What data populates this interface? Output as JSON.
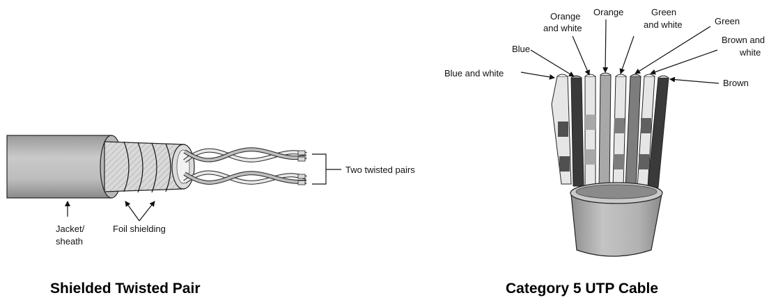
{
  "stp": {
    "label_pairs": "Two twisted pairs",
    "label_jacket_1": "Jacket/",
    "label_jacket_2": "sheath",
    "label_foil": "Foil shielding",
    "caption": "Shielded Twisted Pair"
  },
  "utp": {
    "wire_labels": {
      "blue_white": "Blue and white",
      "blue": "Blue",
      "orange_white_1": "Orange",
      "orange_white_2": "and white",
      "orange": "Orange",
      "green_white_1": "Green",
      "green_white_2": "and white",
      "green": "Green",
      "brown_white_1": "Brown and",
      "brown_white_2": "white",
      "brown": "Brown"
    },
    "caption": "Category 5 UTP Cable"
  },
  "colors": {
    "outline": "#222222",
    "jacket": "#b7b7b7",
    "jacket_dark": "#8f8f8f",
    "wire_light": "#e6e6e6",
    "wire_mid": "#a8a8a8",
    "wire_dark": "#3a3a3a"
  }
}
